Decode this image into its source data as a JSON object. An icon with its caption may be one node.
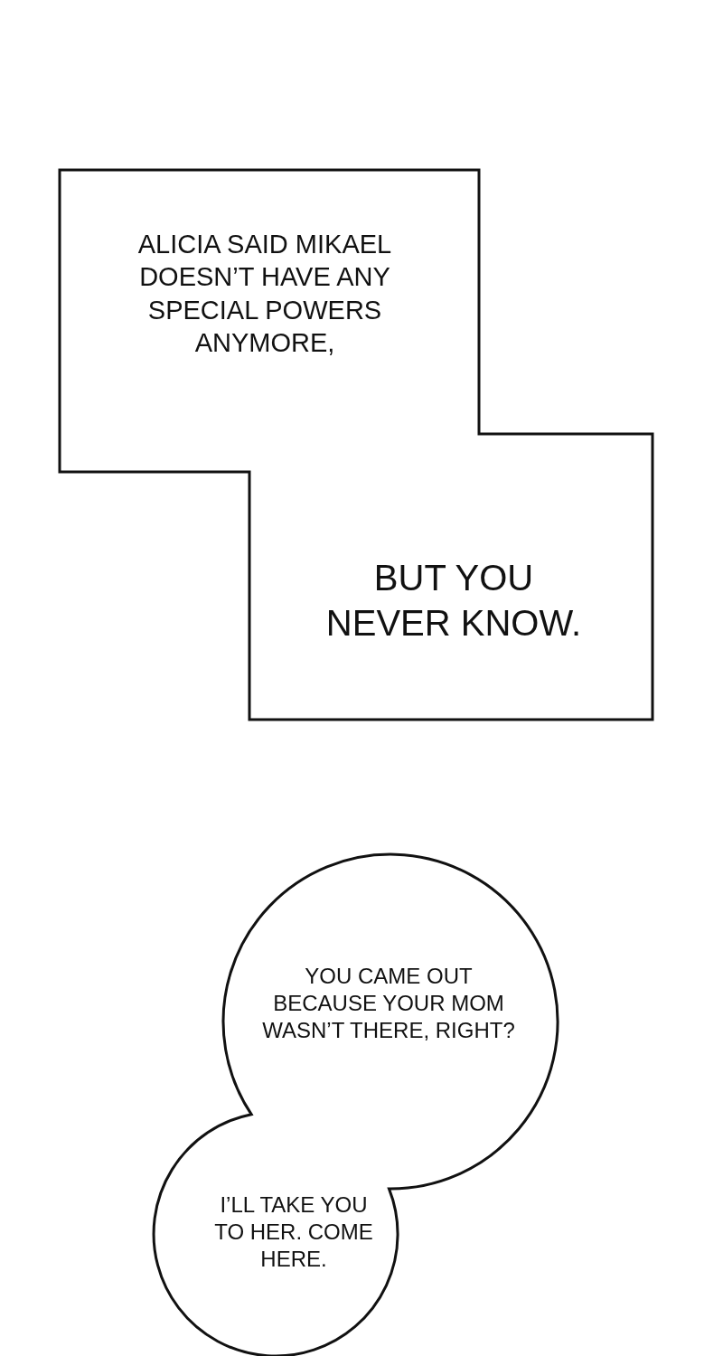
{
  "diagram": {
    "nodes": [
      {
        "text": [
          "ALICIA SAID MIKAEL DOESN’T HAVE ANY SPECIAL POWERS ANYMORE,",
          "BUT YOU NEVER KNOW."
        ]
      },
      {
        "text": [
          "YOU CAME OUT BECAUSE YOUR MOM WASN’T THERE, RIGHT?",
          "I’LL TAKE YOU TO HER. COME HERE."
        ]
      }
    ],
    "edges": []
  }
}
